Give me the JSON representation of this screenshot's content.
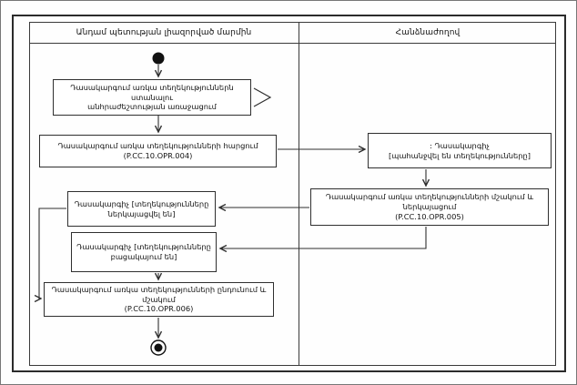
{
  "diagram": {
    "type": "uml-activity-swimlane",
    "lanes": {
      "left_title": "Անդամ պետության լիազորված մարմին",
      "right_title": "Հանձնաժողով"
    },
    "nodes": {
      "need": {
        "line1": "Դասակարգում առկա տեղեկություններն ստանալու",
        "line2": "անհրաժեշտության առաջացում"
      },
      "request": {
        "line1": "Դասակարգում առկա տեղեկությունների հարցում",
        "line2": "(P.CC.10.OPR.004)"
      },
      "classifier_requested": {
        "line1": ": Դասակարգիչ",
        "line2": "[պահանջվել են տեղեկությունները]"
      },
      "process_present": {
        "line1": "Դասակարգում առկա տեղեկությունների մշակում և ներկայացում",
        "line2": "(P.CC.10.OPR.005)"
      },
      "classifier_presented": {
        "line1": "Դասակարգիչ [տեղեկությունները",
        "line2": "ներկայացվել են]"
      },
      "classifier_absent": {
        "line1": "Դասակարգիչ [տեղեկությունները",
        "line2": "բացակայում են]"
      },
      "receive_process": {
        "line1": "Դասակարգում առկա տեղեկությունների ընդունում և մշակում",
        "line2": "(P.CC.10.OPR.006)"
      }
    },
    "icons": {
      "start": "initial-node (filled circle)",
      "end": "final-node (bullseye circle)",
      "signal": "send-signal triangle"
    },
    "colors": {
      "line": "#2f2f2f",
      "text": "#111111",
      "background": "#ffffff"
    }
  }
}
